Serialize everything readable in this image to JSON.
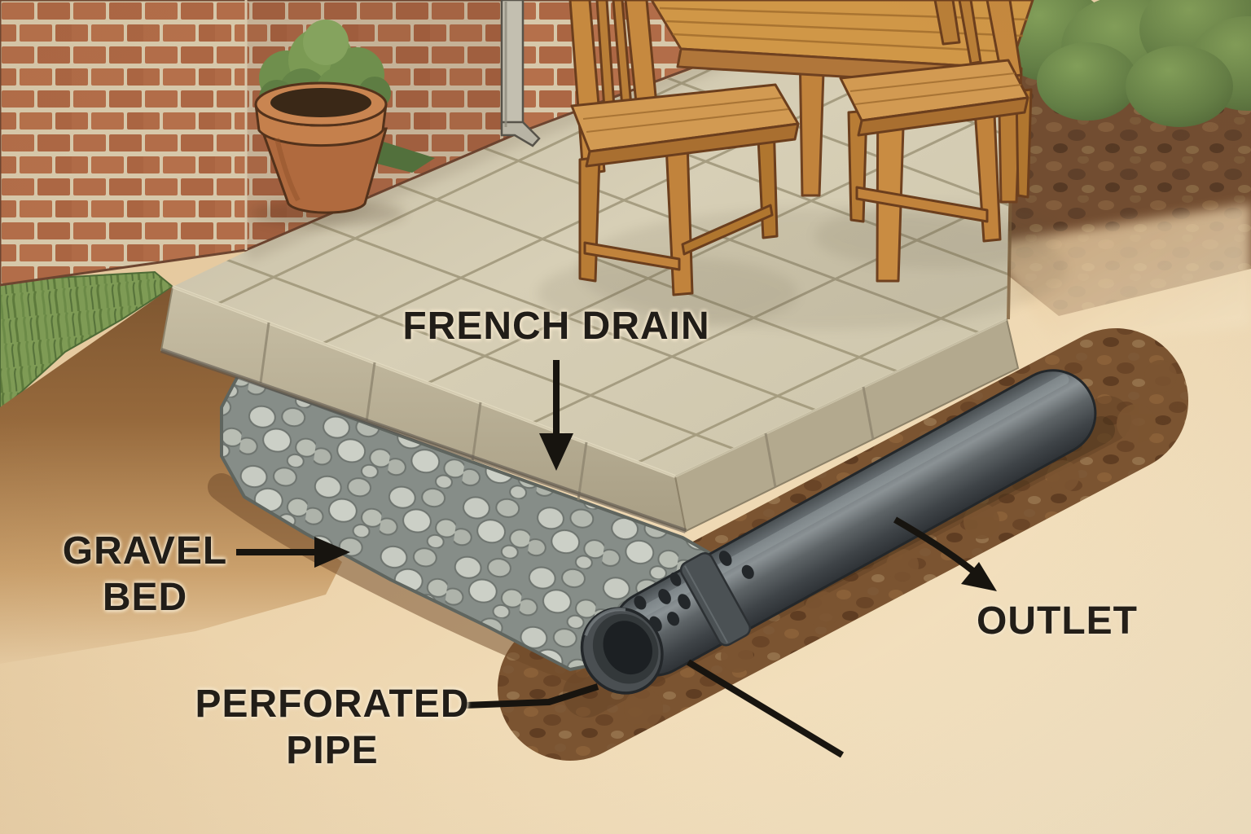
{
  "title": "French drain under patio — labeled cross-section illustration",
  "labels": {
    "french_drain": {
      "text": "FRENCH DRAIN"
    },
    "gravel_bed": {
      "line1": "GRAVEL",
      "line2": "BED"
    },
    "perforated_pipe": {
      "line1": "PERFORATED",
      "line2": "PIPE"
    },
    "outlet": {
      "text": "OUTLET"
    }
  },
  "arrows": [
    {
      "name": "french-drain-arrow",
      "style": "straight-down",
      "from": "FRENCH DRAIN label",
      "points_to": "patio surface above the drain"
    },
    {
      "name": "gravel-bed-arrow",
      "style": "straight-right",
      "from": "GRAVEL BED label",
      "points_to": "gravel layer cross-section"
    },
    {
      "name": "perforated-pipe-leader",
      "style": "bent-leader-line",
      "from": "PERFORATED PIPE label",
      "points_to": "open perforated pipe end"
    },
    {
      "name": "outlet-arrow",
      "style": "curved-down-right",
      "from": "pipe in trench",
      "points_to": "OUTLET label"
    },
    {
      "name": "pipe-leader-line",
      "style": "straight-leader-line",
      "from": "pipe underside",
      "points_to": "soil at lower right"
    }
  ],
  "scene": {
    "objects": [
      "brick-house-wall-corner",
      "downspout",
      "terracotta-potted-shrub",
      "wooden-dining-table",
      "wooden-chair-left",
      "wooden-chair-right",
      "garden-bushes",
      "paver-patio-surface",
      "grass-strip",
      "topsoil-cross-section",
      "gravel-bed-cross-section",
      "perforated-drain-pipe",
      "pipe-coupling",
      "drainage-trench",
      "sandy-subsoil"
    ]
  },
  "colors": {
    "label_text": "#211d18",
    "arrow_black": "#17140f",
    "brick_red": "#b06b48",
    "mortar": "#d8c9ad",
    "paver_tan": "#d3cbb2",
    "paver_joint": "#9a9176",
    "gravel_light": "#c7cbc2",
    "gravel_dark": "#7e847e",
    "pipe_gray": "#565c5f",
    "trench_brown": "#7b5431",
    "topsoil_brown": "#8b5e33",
    "sand_beige": "#f0dcb8",
    "grass_green": "#7e9b55",
    "bush_green": "#5d7a44",
    "wood_tan": "#c6893f",
    "terracotta": "#bb7647"
  }
}
